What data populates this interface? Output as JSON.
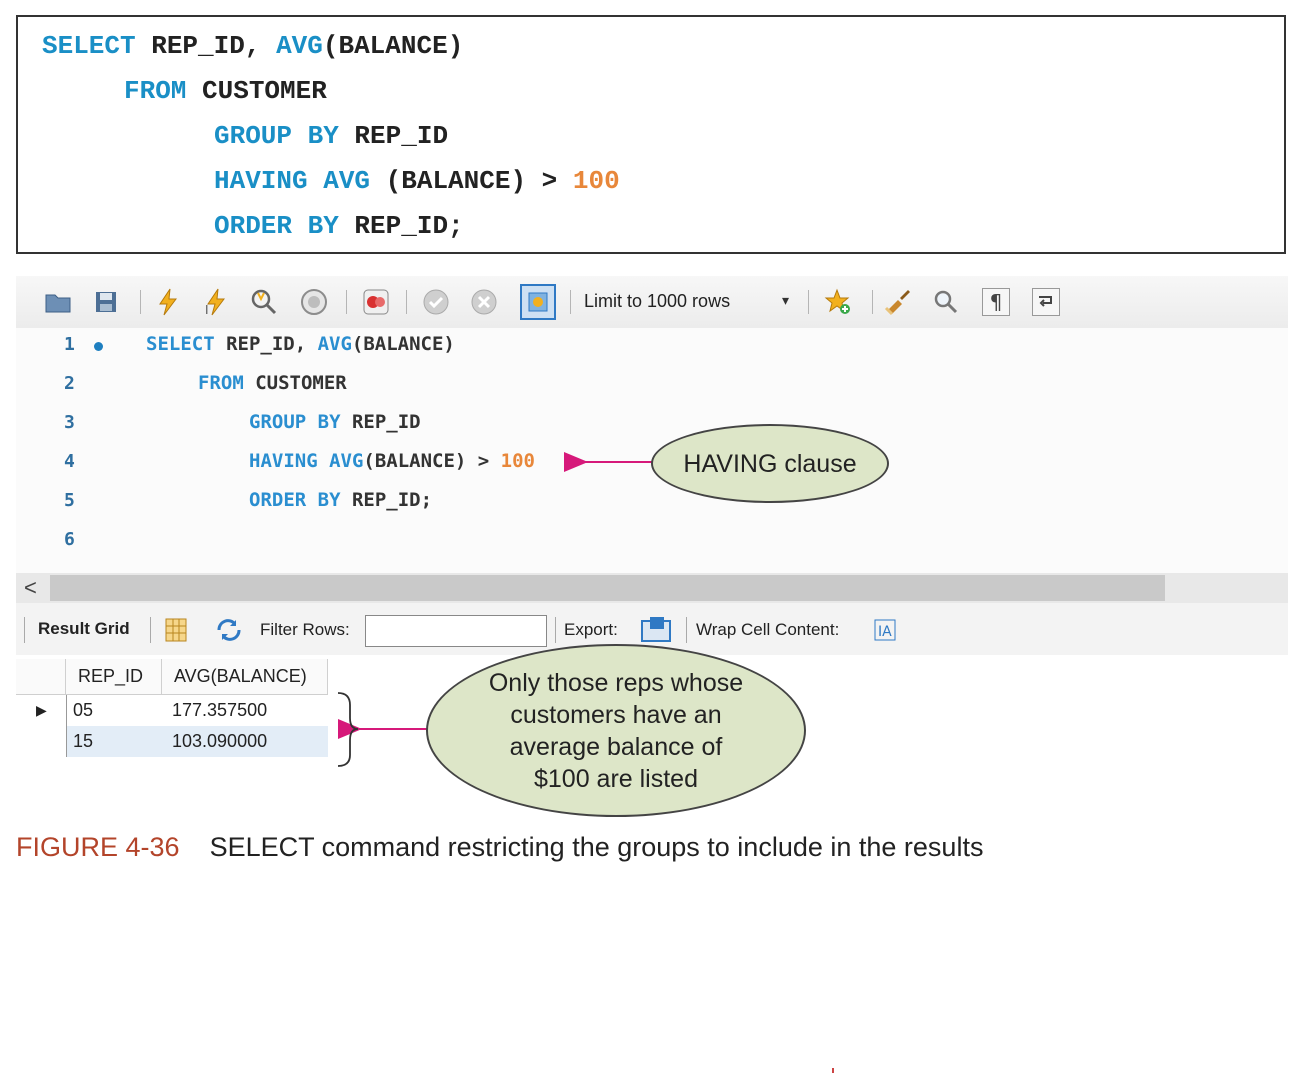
{
  "sql": {
    "line1": {
      "kw1": "SELECT",
      "text1": " REP_ID, ",
      "kw2": "AVG",
      "text2": "(BALANCE)"
    },
    "line2": {
      "kw1": "FROM",
      "text1": " CUSTOMER"
    },
    "line3": {
      "kw1": "GROUP BY",
      "text1": " REP_ID"
    },
    "line4": {
      "kw1": "HAVING AVG",
      "text1": " (BALANCE) > ",
      "num": "100"
    },
    "line5": {
      "kw1": "ORDER BY",
      "text1": " REP_ID;"
    }
  },
  "toolbar": {
    "limit_label": "Limit to 1000 rows",
    "caret": "▾",
    "icons": [
      "open-folder-icon",
      "save-icon",
      "execute-icon",
      "execute-current-icon",
      "explain-icon",
      "stop-icon",
      "toggle-icon",
      "commit-icon",
      "rollback-icon",
      "auto-commit-icon",
      "favorite-icon",
      "beautify-icon",
      "search-icon",
      "invisible-chars-icon",
      "wrap-icon"
    ]
  },
  "editor": {
    "line_numbers": [
      "1",
      "2",
      "3",
      "4",
      "5",
      "6"
    ],
    "lines": [
      {
        "kw1": "SELECT",
        "text1": " REP_ID, ",
        "kw2": "AVG",
        "text2": "(BALANCE)"
      },
      {
        "kw1": "FROM",
        "text1": " CUSTOMER"
      },
      {
        "kw1": "GROUP BY",
        "text1": " REP_ID"
      },
      {
        "kw1": "HAVING AVG",
        "text1": "(BALANCE) > ",
        "num": "100"
      },
      {
        "kw1": "ORDER BY",
        "text1": " REP_ID;"
      }
    ]
  },
  "scroll": {
    "left_arrow": "<"
  },
  "result_bar": {
    "result_grid": "Result Grid",
    "filter_rows": "Filter Rows:",
    "export": "Export:",
    "wrap_cell": "Wrap Cell Content:"
  },
  "grid": {
    "columns": [
      "REP_ID",
      "AVG(BALANCE)"
    ],
    "rows": [
      {
        "rep_id": "05",
        "avg": "177.357500"
      },
      {
        "rep_id": "15",
        "avg": "103.090000"
      }
    ],
    "row_marker": "▶"
  },
  "callouts": {
    "having": "HAVING clause",
    "only_line1": "Only those reps whose",
    "only_line2": "customers have an",
    "only_line3": "average balance of",
    "only_line4": "$100 are listed"
  },
  "caption": {
    "number": "FIGURE 4-36",
    "text": "SELECT command restricting the groups to include in the results"
  },
  "colors": {
    "keyword": "#1a8fc6",
    "number": "#e8873a",
    "arrow": "#d6197a",
    "bubble": "#dde6c8",
    "caption_number": "#b3442a"
  }
}
